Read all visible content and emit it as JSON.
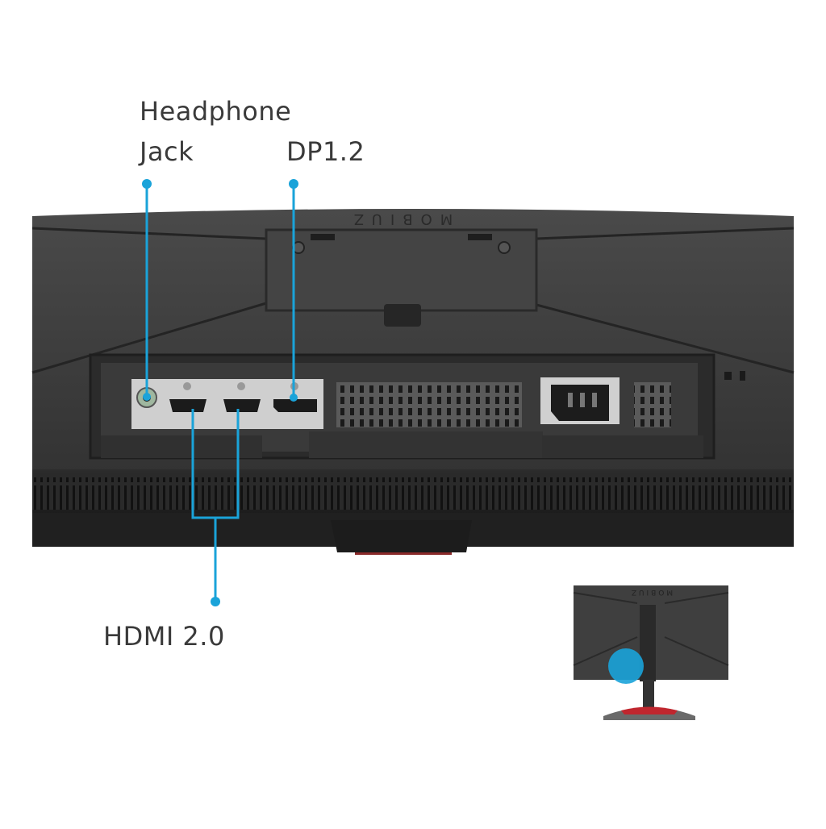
{
  "callouts": {
    "headphone": {
      "line1": "Headphone",
      "line2": "Jack"
    },
    "dp": {
      "label": "DP1.2"
    },
    "hdmi": {
      "label": "HDMI 2.0"
    }
  },
  "monitor": {
    "brand_text": "MOBIUZ"
  },
  "colors": {
    "callout": "#1aa3d9",
    "body": "#3b3b3b",
    "body_dark": "#242424",
    "port_plate": "#cfcfcf",
    "accent_red": "#c0262e"
  }
}
